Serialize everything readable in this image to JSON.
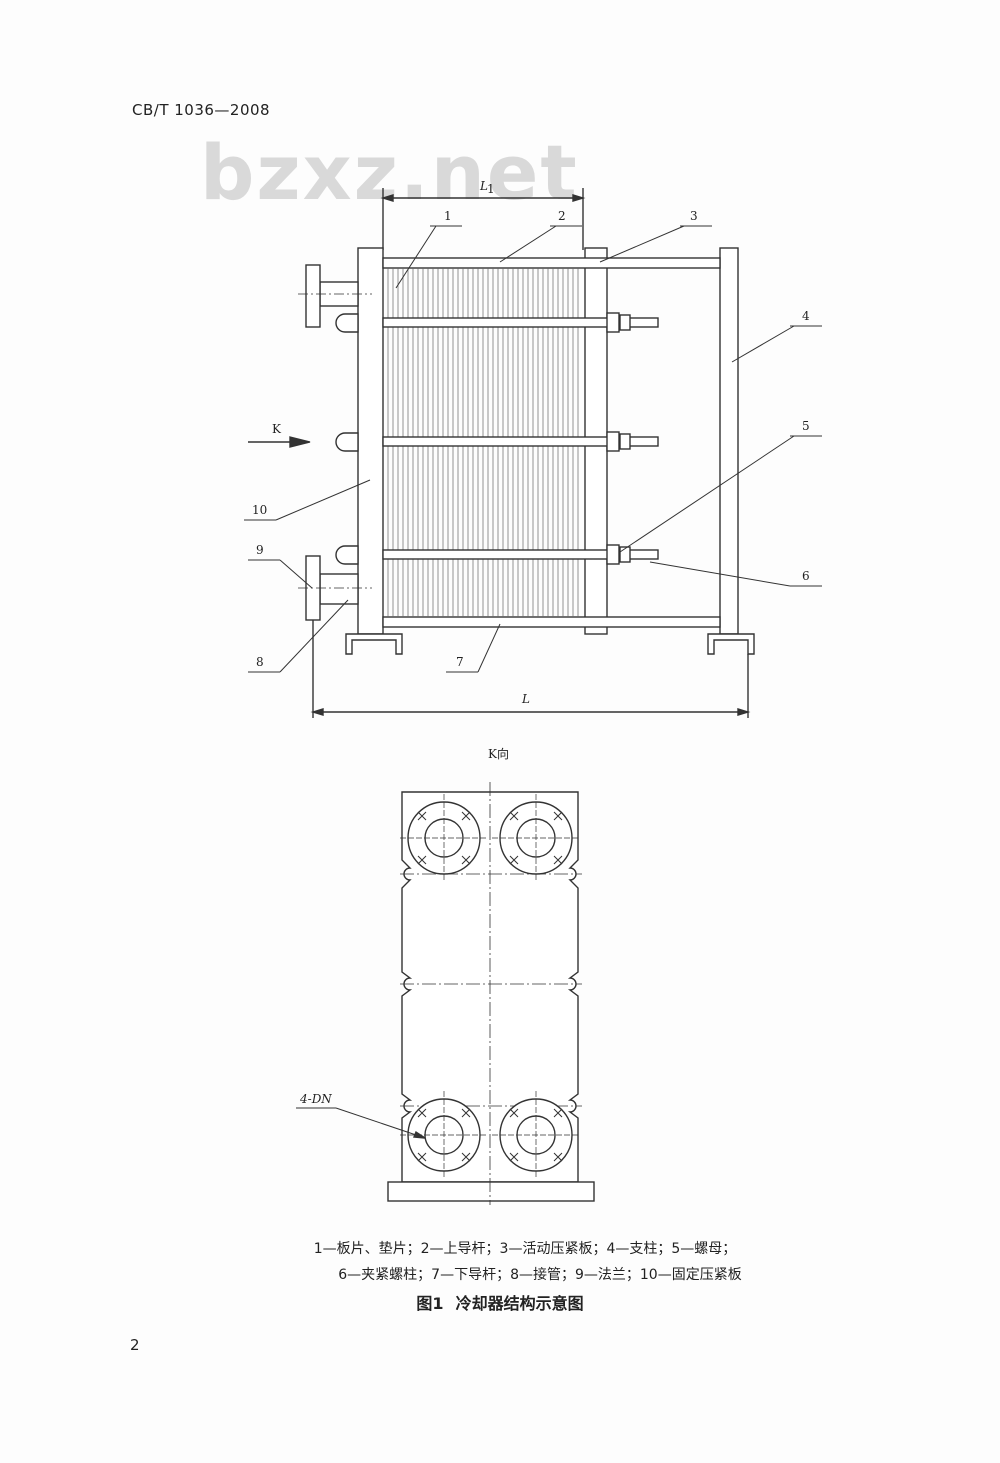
{
  "header": {
    "standard": "CB/T 1036—2008"
  },
  "watermark": {
    "text": "bzxz.net"
  },
  "figure": {
    "dim_L1": "L",
    "dim_L1_sub": "1",
    "dim_L": "L",
    "view_arrow": "K",
    "view_label": "K向",
    "callouts": [
      "1",
      "2",
      "3",
      "4",
      "5",
      "6",
      "7",
      "8",
      "9",
      "10"
    ],
    "port_label": "4-DN"
  },
  "caption": {
    "line1": "1—板片、垫片；2—上导杆；3—活动压紧板；4—支柱；5—螺母；",
    "line2": "6—夹紧螺柱；7—下导杆；8—接管；9—法兰；10—固定压紧板",
    "fig_no": "图1",
    "fig_title": "冷却器结构示意图"
  },
  "page_number": "2"
}
